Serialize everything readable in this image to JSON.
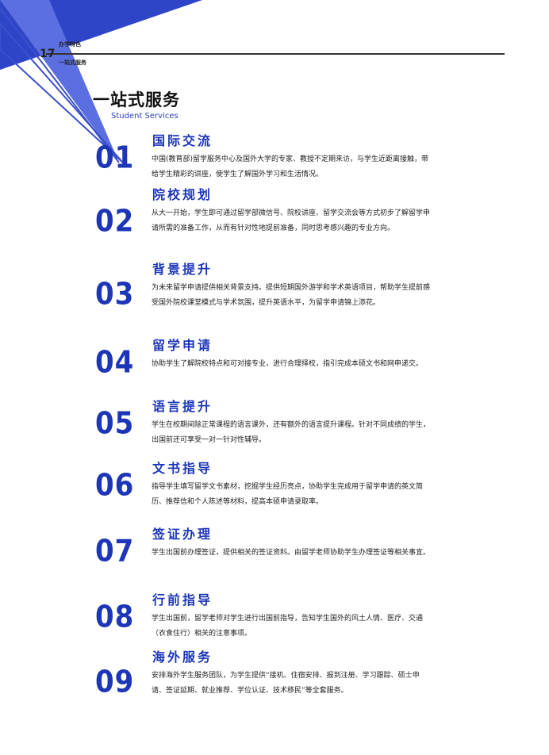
{
  "header": {
    "page_number": "17",
    "section": "办学特色",
    "subsection": "一站式服务"
  },
  "page": {
    "title": "一站式服务",
    "subtitle": "Student Services"
  },
  "colors": {
    "accent": "#1d36b8",
    "triangle_light": "#5b6fe0",
    "triangle_dark": "#2f45c8"
  },
  "items": [
    {
      "number": "01",
      "title": "国际交流",
      "desc": "中国(教育部)留学服务中心及国外大学的专家、教授不定期来访，与学生近距离接触，带给学生精彩的讲座，使学生了解国外学习和生活情况。"
    },
    {
      "number": "02",
      "title": "院校规划",
      "desc": "从大一开始，学生即可通过留学部微信号、院校讲座、留学交流会等方式初步了解留学申请所需的准备工作，从而有针对性地提前准备，同时思考感兴趣的专业方向。"
    },
    {
      "number": "03",
      "title": "背景提升",
      "desc": "为未来留学申请提供相关背景支持。提供短期国外游学和学术英语项目，帮助学生提前感受国外院校课堂模式与学术氛围，提升英语水平，为留学申请锦上添花。"
    },
    {
      "number": "04",
      "title": "留学申请",
      "desc": "协助学生了解院校特点和可对接专业，进行合理择校，指引完成本硕文书和网申递交。"
    },
    {
      "number": "05",
      "title": "语言提升",
      "desc": "学生在校期间除正常课程的语言课外，还有额外的语言提升课程。针对不同成绩的学生，出国前还可享受一对一针对性辅导。"
    },
    {
      "number": "06",
      "title": "文书指导",
      "desc": "指导学生填写留学文书素材，挖掘学生经历亮点，协助学生完成用于留学申请的英文简历、推荐信和个人陈述等材料，提高本硕申请录取率。"
    },
    {
      "number": "07",
      "title": "签证办理",
      "desc": "学生出国前办理签证，提供相关的签证资料。由留学老师协助学生办理签证等相关事宜。"
    },
    {
      "number": "08",
      "title": "行前指导",
      "desc": "学生出国前，留学老师对学生进行出国前指导，告知学生国外的风土人情、医疗、交通 （衣食住行）相关的注意事项。"
    },
    {
      "number": "09",
      "title": "海外服务",
      "desc": "安排海外学生服务团队，为学生提供“接机、住宿安排、报到注册、学习跟踪、硕士申请、签证延期、就业推荐、学位认证、技术移民”等全套服务。"
    }
  ]
}
